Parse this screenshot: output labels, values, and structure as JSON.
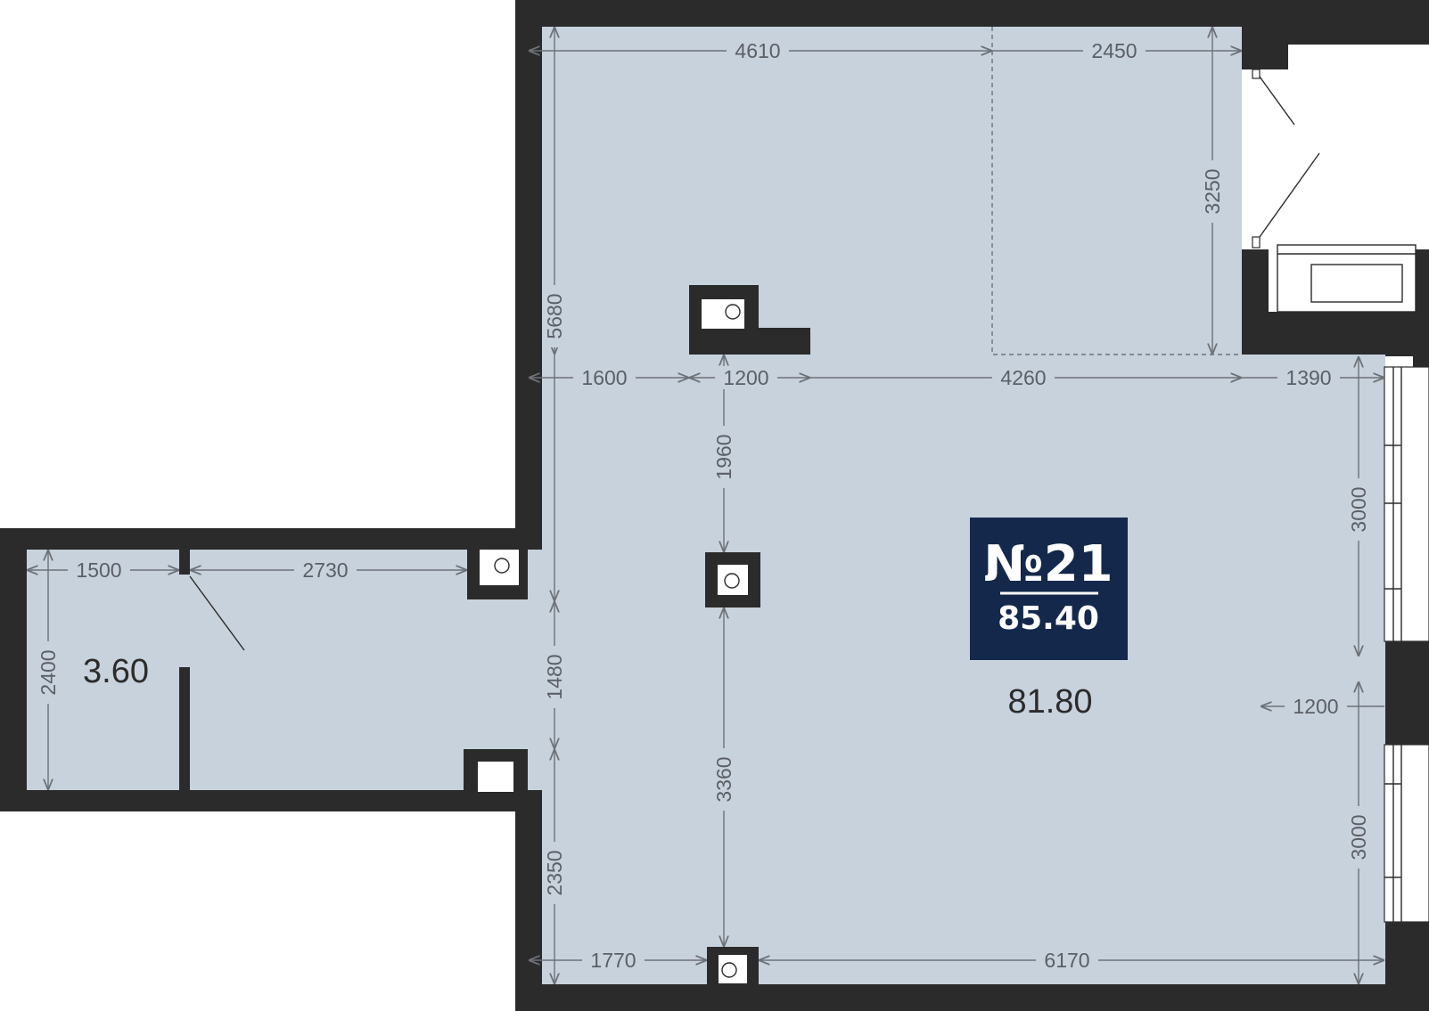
{
  "unit": {
    "number": "№21",
    "total_area": "85.40",
    "main_room_area": "81.80",
    "small_room_area": "3.60"
  },
  "dimensions": {
    "top_left_width": "4610",
    "top_right_width": "2450",
    "alcove_height": "3250",
    "left_upper_height": "5680",
    "row_1600": "1600",
    "row_1200": "1200",
    "row_4260": "4260",
    "row_1390": "1390",
    "col_1960": "1960",
    "col_3360": "3360",
    "left_1480": "1480",
    "left_2350": "2350",
    "bottom_1770": "1770",
    "bottom_6170": "6170",
    "right_window_top": "3000",
    "right_window_bottom": "3000",
    "right_pier": "1200",
    "small_1500": "1500",
    "small_2730": "2730",
    "small_2400": "2400"
  },
  "colors": {
    "wall": "#2b2b2b",
    "floor": "#c8d2dc",
    "badge": "#13284b"
  }
}
